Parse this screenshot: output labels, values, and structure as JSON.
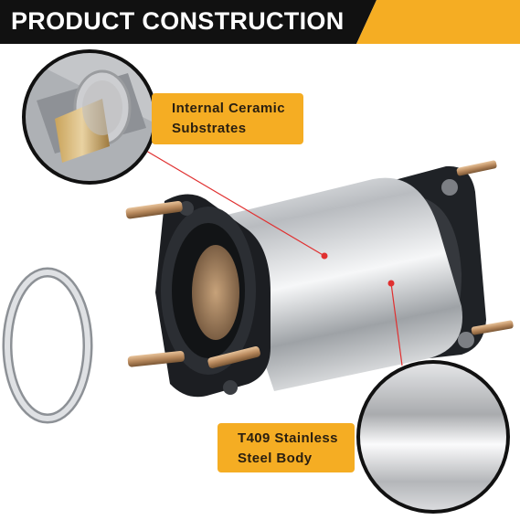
{
  "banner": {
    "title": "PRODUCT CONSTRUCTION"
  },
  "callouts": [
    {
      "line1": "Internal Ceramic",
      "line2": "Substrates"
    },
    {
      "line1": "T409 Stainless",
      "line2": "Steel Body"
    }
  ],
  "colors": {
    "banner": "#111111",
    "accent": "#f5ad23",
    "pointer": "#e03030"
  }
}
